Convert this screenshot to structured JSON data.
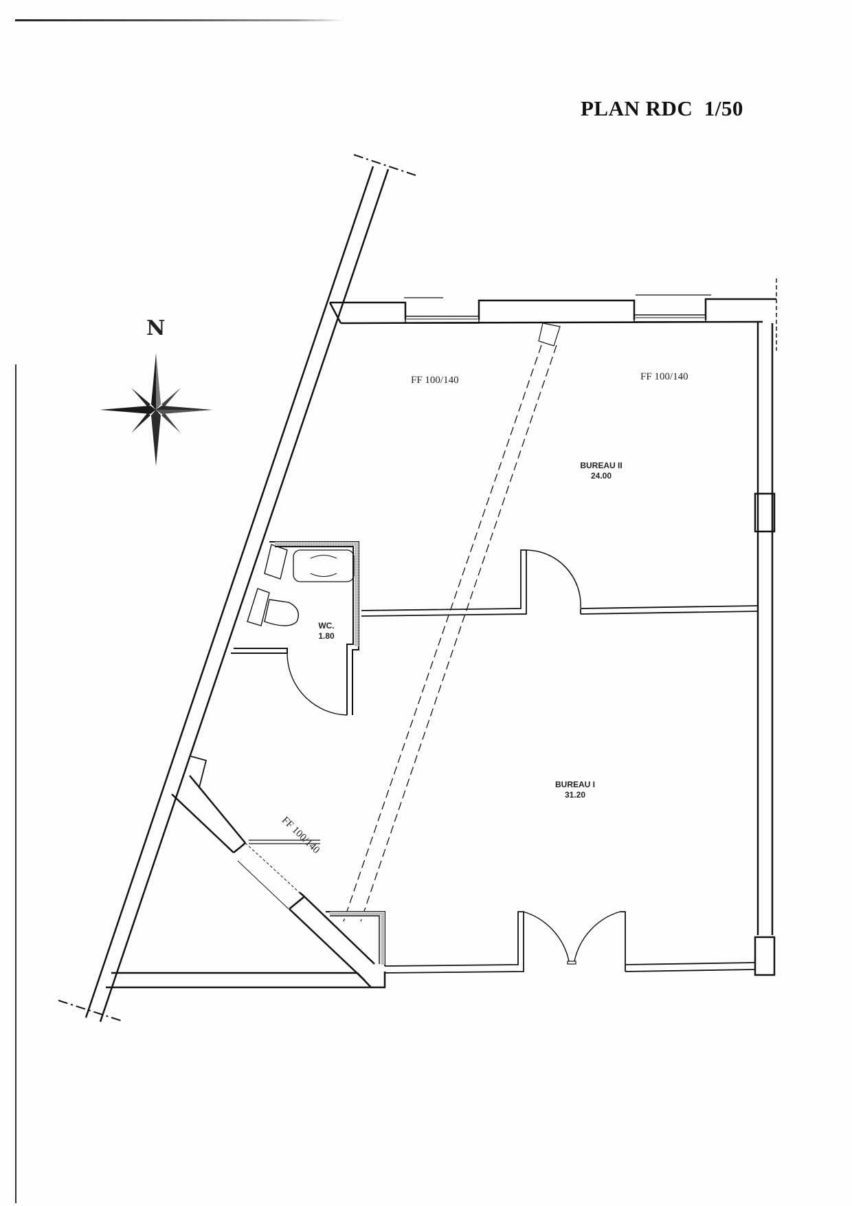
{
  "document": {
    "title": "PLAN RDC  1/50",
    "scale": "1/50",
    "compass": {
      "label": "N",
      "icon": "compass-rose-icon"
    }
  },
  "rooms": [
    {
      "name": "BUREAU II",
      "area": "24.00"
    },
    {
      "name": "BUREAU I",
      "area": "31.20"
    },
    {
      "name": "WC.",
      "area": "1.80"
    }
  ],
  "windows": [
    {
      "label": "FF 100/140",
      "location": "north wall, left"
    },
    {
      "label": "FF 100/140",
      "location": "north wall, right"
    },
    {
      "label": "FF 100/140",
      "location": "diagonal wall, south-west"
    }
  ],
  "colors": {
    "ink": "#111111",
    "paper": "#fdfdfd",
    "hatch": "#9a9a9a"
  }
}
